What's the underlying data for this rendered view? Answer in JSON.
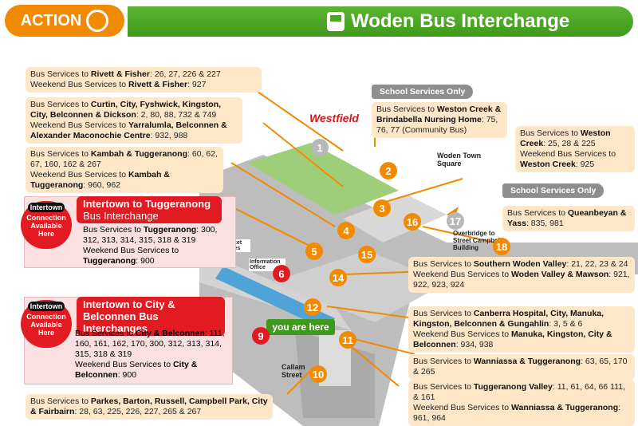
{
  "header": {
    "logo": "ACTION",
    "title": "Woden Bus Interchange"
  },
  "labels": {
    "westfield": "Westfield",
    "woden_town_square": "Woden Town Square",
    "overbridge": "Overbridge to Street Campbell Building",
    "callam_street": "Callam Street",
    "ticket_sales": "Ticket Sales",
    "information_office": "Information Office",
    "you_are_here": "you are here",
    "school_only_1": "School Services Only",
    "school_only_2": "School Services Only"
  },
  "stops": [
    "1",
    "2",
    "3",
    "4",
    "5",
    "6",
    "9",
    "10",
    "11",
    "12",
    "14",
    "15",
    "16",
    "17",
    "18"
  ],
  "colors": {
    "orange": "#f28a00",
    "red": "#e21b23",
    "green": "#3f9a1c",
    "peach": "#fde7c8",
    "pink": "#fbe0e2",
    "grey": "#8e8e8e"
  },
  "boxes": {
    "rivett": {
      "l1a": "Bus Services to ",
      "l1b": "Rivett & Fisher",
      "l1c": ": 26, 27, 226 & 227",
      "l2a": "Weekend Bus Services to ",
      "l2b": "Rivett & Fisher",
      "l2c": ": 927"
    },
    "curtin": {
      "l1a": "Bus Services to ",
      "l1b": "Curtin, City, Fyshwick, Kingston, City, Belconnen & Dickson",
      "l1c": ": 2, 80, 88, 732 & 749",
      "l2a": "Weekend Bus Services to ",
      "l2b": "Yarralumla, Belconnen & Alexander Maconochie Centre",
      "l2c": ": 932, 988"
    },
    "kambah": {
      "l1a": "Bus Services to ",
      "l1b": "Kambah & Tuggeranong",
      "l1c": ": 60, 62, 67, 160, 162 & 267",
      "l2a": "Weekend Bus Services to ",
      "l2b": "Kambah & Tuggeranong",
      "l2c": ": 960, 962"
    },
    "westoncreek_nursing": {
      "l1a": "Bus Services to ",
      "l1b": "Weston Creek & Brindabella Nursing Home",
      "l1c": ": 75, 76, 77 (Community Bus)"
    },
    "westoncreek": {
      "l1a": "Bus Services to ",
      "l1b": "Weston Creek",
      "l1c": ": 25, 28 & 225",
      "l2a": "Weekend Bus Services to ",
      "l2b": "Weston Creek",
      "l2c": ": 925"
    },
    "queanbeyan": {
      "l1a": "Bus Services to ",
      "l1b": "Queanbeyan & Yass",
      "l1c": ": 835, 981"
    },
    "southern": {
      "l1a": "Bus Services to ",
      "l1b": "Southern Woden Valley",
      "l1c": ": 21, 22, 23 & 24",
      "l2a": "Weekend Bus Services to ",
      "l2b": "Woden Valley & Mawson",
      "l2c": ": 921, 922, 923, 924"
    },
    "canberra": {
      "l1a": "Bus Services to ",
      "l1b": "Canberra Hospital, City, Manuka, Kingston, Belconnen & Gungahlin",
      "l1c": ": 3, 5 & 6",
      "l2a": "Weekend Bus Services to ",
      "l2b": "Manuka, Kingston, City & Belconnen",
      "l2c": ": 934, 938"
    },
    "wanniassa": {
      "l1a": "Bus Services to ",
      "l1b": "Wanniassa & Tuggeranong",
      "l1c": ": 63, 65, 170 & 265"
    },
    "tuggvalley": {
      "l1a": "Bus Services to ",
      "l1b": "Tuggeranong Valley",
      "l1c": ": 11, 61, 64, 66 111, & 161",
      "l2a": "Weekend Bus Services to ",
      "l2b": "Wanniassa & Tuggeranong",
      "l2c": ": 961, 964"
    },
    "parkes": {
      "l1a": "Bus Services to ",
      "l1b": "Parkes, Barton, Russell, Campbell Park, City & Fairbairn",
      "l1c": ": 28, 63, 225, 226, 227, 265 & 267"
    },
    "intertown_tugg": {
      "head1": "Intertown to Tuggeranong",
      "head2": "Bus Interchange",
      "l1a": "Bus Services to ",
      "l1b": "Tuggeranong",
      "l1c": ": 300, 312, 313, 314, 315, 318 & 319",
      "l2a": "Weekend Bus Services to ",
      "l2b": "Tuggeranong",
      "l2c": ": 900"
    },
    "intertown_city": {
      "head1": "Intertown to City &",
      "head2": "Belconnen Bus Interchanges",
      "l1a": "Bus Services to ",
      "l1b": "City & Belconnen",
      "l1c": ": 111, 160, 161, 162, 170, 300, 312, 313, 314, 315, 318 & 319",
      "l2a": "Weekend Bus Services to ",
      "l2b": "City & Belconnen",
      "l2c": ": 900"
    }
  },
  "badge": {
    "it": "Intertown",
    "text": "Connection Available Here"
  }
}
